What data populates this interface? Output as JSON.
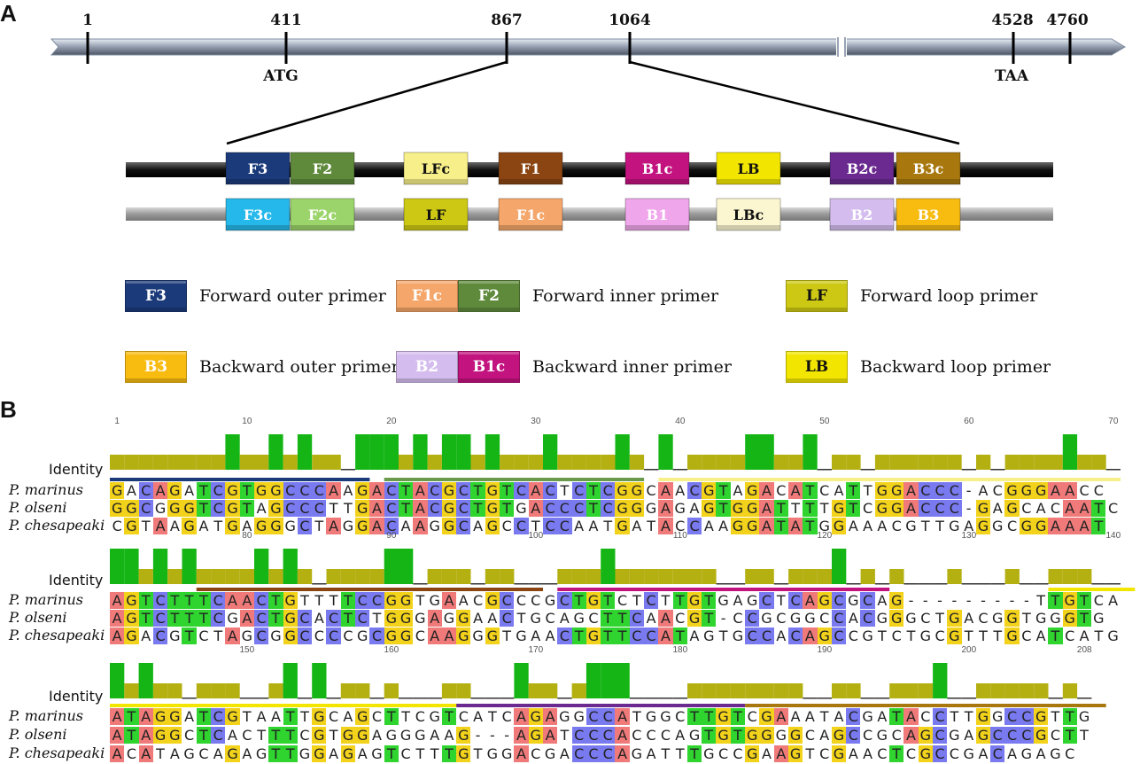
{
  "panel_a": {
    "letter": "A",
    "positions": [
      "1",
      "411",
      "867",
      "1064",
      "4528",
      "4760"
    ],
    "codon_labels": [
      "ATG",
      "TAA"
    ],
    "top_strand": [
      {
        "label": "F3",
        "color": "#1b3a7a",
        "text": "#ffffff"
      },
      {
        "label": "F2",
        "color": "#5f8a3c",
        "text": "#ffffff"
      },
      {
        "label": "LFc",
        "color": "#f7f08a",
        "text": "#111111"
      },
      {
        "label": "F1",
        "color": "#8b4513",
        "text": "#ffffff"
      },
      {
        "label": "B1c",
        "color": "#c2137f",
        "text": "#ffffff"
      },
      {
        "label": "LB",
        "color": "#f2e600",
        "text": "#111111"
      },
      {
        "label": "B2c",
        "color": "#6a2a8f",
        "text": "#ffffff"
      },
      {
        "label": "B3c",
        "color": "#a8780f",
        "text": "#ffffff"
      }
    ],
    "bottom_strand": [
      {
        "label": "F3c",
        "color": "#25b8ea",
        "text": "#ffffff"
      },
      {
        "label": "F2c",
        "color": "#9bd46a",
        "text": "#ffffff"
      },
      {
        "label": "LF",
        "color": "#cdc814",
        "text": "#111111"
      },
      {
        "label": "F1c",
        "color": "#f5a66a",
        "text": "#ffffff"
      },
      {
        "label": "B1",
        "color": "#f0a6ea",
        "text": "#ffffff"
      },
      {
        "label": "LBc",
        "color": "#fbf6d0",
        "text": "#111111"
      },
      {
        "label": "B2",
        "color": "#d4bdee",
        "text": "#ffffff"
      },
      {
        "label": "B3",
        "color": "#f8bb10",
        "text": "#ffffff"
      }
    ],
    "legend": [
      {
        "boxes": [
          {
            "label": "F3",
            "color": "#1b3a7a",
            "text": "#ffffff"
          }
        ],
        "text": "Forward outer primer"
      },
      {
        "boxes": [
          {
            "label": "F1c",
            "color": "#f5a66a",
            "text": "#ffffff"
          },
          {
            "label": "F2",
            "color": "#5f8a3c",
            "text": "#ffffff"
          }
        ],
        "text": "Forward inner primer"
      },
      {
        "boxes": [
          {
            "label": "LF",
            "color": "#cdc814",
            "text": "#111111"
          }
        ],
        "text": "Forward loop primer"
      },
      {
        "boxes": [
          {
            "label": "B3",
            "color": "#f8bb10",
            "text": "#ffffff"
          }
        ],
        "text": "Backward outer primer"
      },
      {
        "boxes": [
          {
            "label": "B2",
            "color": "#d4bdee",
            "text": "#ffffff"
          },
          {
            "label": "B1c",
            "color": "#c2137f",
            "text": "#ffffff"
          }
        ],
        "text": "Backward inner primer"
      },
      {
        "boxes": [
          {
            "label": "LB",
            "color": "#f2e600",
            "text": "#111111"
          }
        ],
        "text": "Backward loop primer"
      }
    ]
  },
  "panel_b": {
    "letter": "B",
    "identity_label": "Identity",
    "species": [
      "P. marinus",
      "P. olseni",
      "P. chesapeaki"
    ],
    "base_colors": {
      "A": "#f07a7a",
      "C": "#7a7af0",
      "G": "#f2d21a",
      "T": "#2fd42f",
      "-": "#ffffff"
    },
    "identity_colors": {
      "full": "#14b514",
      "partial": "#b4b012"
    },
    "blocks": [
      {
        "start": 1,
        "ruler": [
          "1",
          "10",
          "20",
          "30",
          "40",
          "50",
          "60",
          "70"
        ],
        "seqs": [
          "GACAGATCGTGGCCCAAGACTACGCTGTCACTCTCGGCAACGTAGACATCATTGGACCC-ACGGGAACC",
          "GGCGGGTCGTAGCCCTTGACTACGCTGTGACCCTCGGGAGAGTGGATTTTGTCGGACCC-GAGCACAATC",
          "CGTAAGATGAGGGCTAGGACAAGGCAGCCTCCAATGATACCAAGGATATGGAAACGTTGAGGCGGAAAT"
        ],
        "primer_bars": [
          {
            "name": "F3",
            "color": "#1b3a7a"
          },
          {
            "name": "F2",
            "color": "#6a9a4c"
          },
          {
            "name": "LFc",
            "color": "#f7f08a"
          }
        ]
      },
      {
        "start": 71,
        "ruler": [
          "80",
          "90",
          "100",
          "110",
          "120",
          "130",
          "140"
        ],
        "seqs": [
          "AGTCTTTCAACTGTTTTCCGGTGAACGCCCGCTGTCTCTTGTGAGCTCAGCGCAG---------TTGTCA",
          "AGTCTTTCGACTGCACTCTGGGAGGAACTGCAGCTTCAACGT-CCGCGGCCACGGGCTGACGGTGGGTG",
          "AGACGTCTAGCGGCCCCGCGGCAAGGGTGAACTGTTCCATAGTGCCACAGCCGTCTGCGTTTGCATCATG"
        ],
        "primer_bars": [
          {
            "name": "F1",
            "color": "#8b4513"
          },
          {
            "name": "B1c",
            "color": "#c2137f"
          },
          {
            "name": "LB",
            "color": "#f2e600"
          }
        ]
      },
      {
        "start": 141,
        "ruler": [
          "150",
          "160",
          "170",
          "180",
          "190",
          "200",
          "208"
        ],
        "seqs": [
          "ATAGGATCGTAATTGCAGCTTCGTCATCAGAGGCCATGGCTTGTCGAAATACGATACCTTGGCCGTTG",
          "ATAGGCTCACTTTCGTGGAGGGAAG---AGATCCCACCCAGTGTGGGGCAGCCGCAGCGAGCCCGCTT",
          "ACATAGCAGAGTTGGAGAGTCTTTGTGGACGACCCAGATTTGCCGAAGTCGAACTCGCCGACAGAGC"
        ],
        "primer_bars": [
          {
            "name": "LB",
            "color": "#f2e600"
          },
          {
            "name": "B2c",
            "color": "#6a2a8f"
          },
          {
            "name": "B3c",
            "color": "#a8780f"
          }
        ]
      }
    ]
  }
}
